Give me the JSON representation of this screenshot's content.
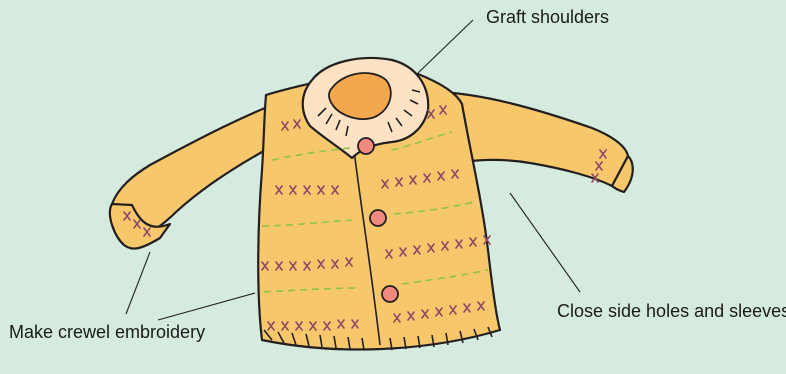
{
  "labels": {
    "graft_shoulders": "Graft shoulders",
    "close_side_holes": "Close side holes and sleeves",
    "crewel_embroidery": "Make crewel embroidery"
  },
  "colors": {
    "background": "#d6ebdf",
    "sweater": "#f7c86b",
    "collar": "#fde3c3",
    "collar_inner": "#f4a84e",
    "button": "#f08a7e",
    "cross_stitch": "#8e4a64",
    "crewel_dashes": "#8ec63f",
    "outline": "#231f20"
  },
  "icons": {
    "garment": "baby-cardigan-illustration",
    "buttons": "round-button",
    "stitches": "cross-stitch-x"
  },
  "button_count": 3
}
